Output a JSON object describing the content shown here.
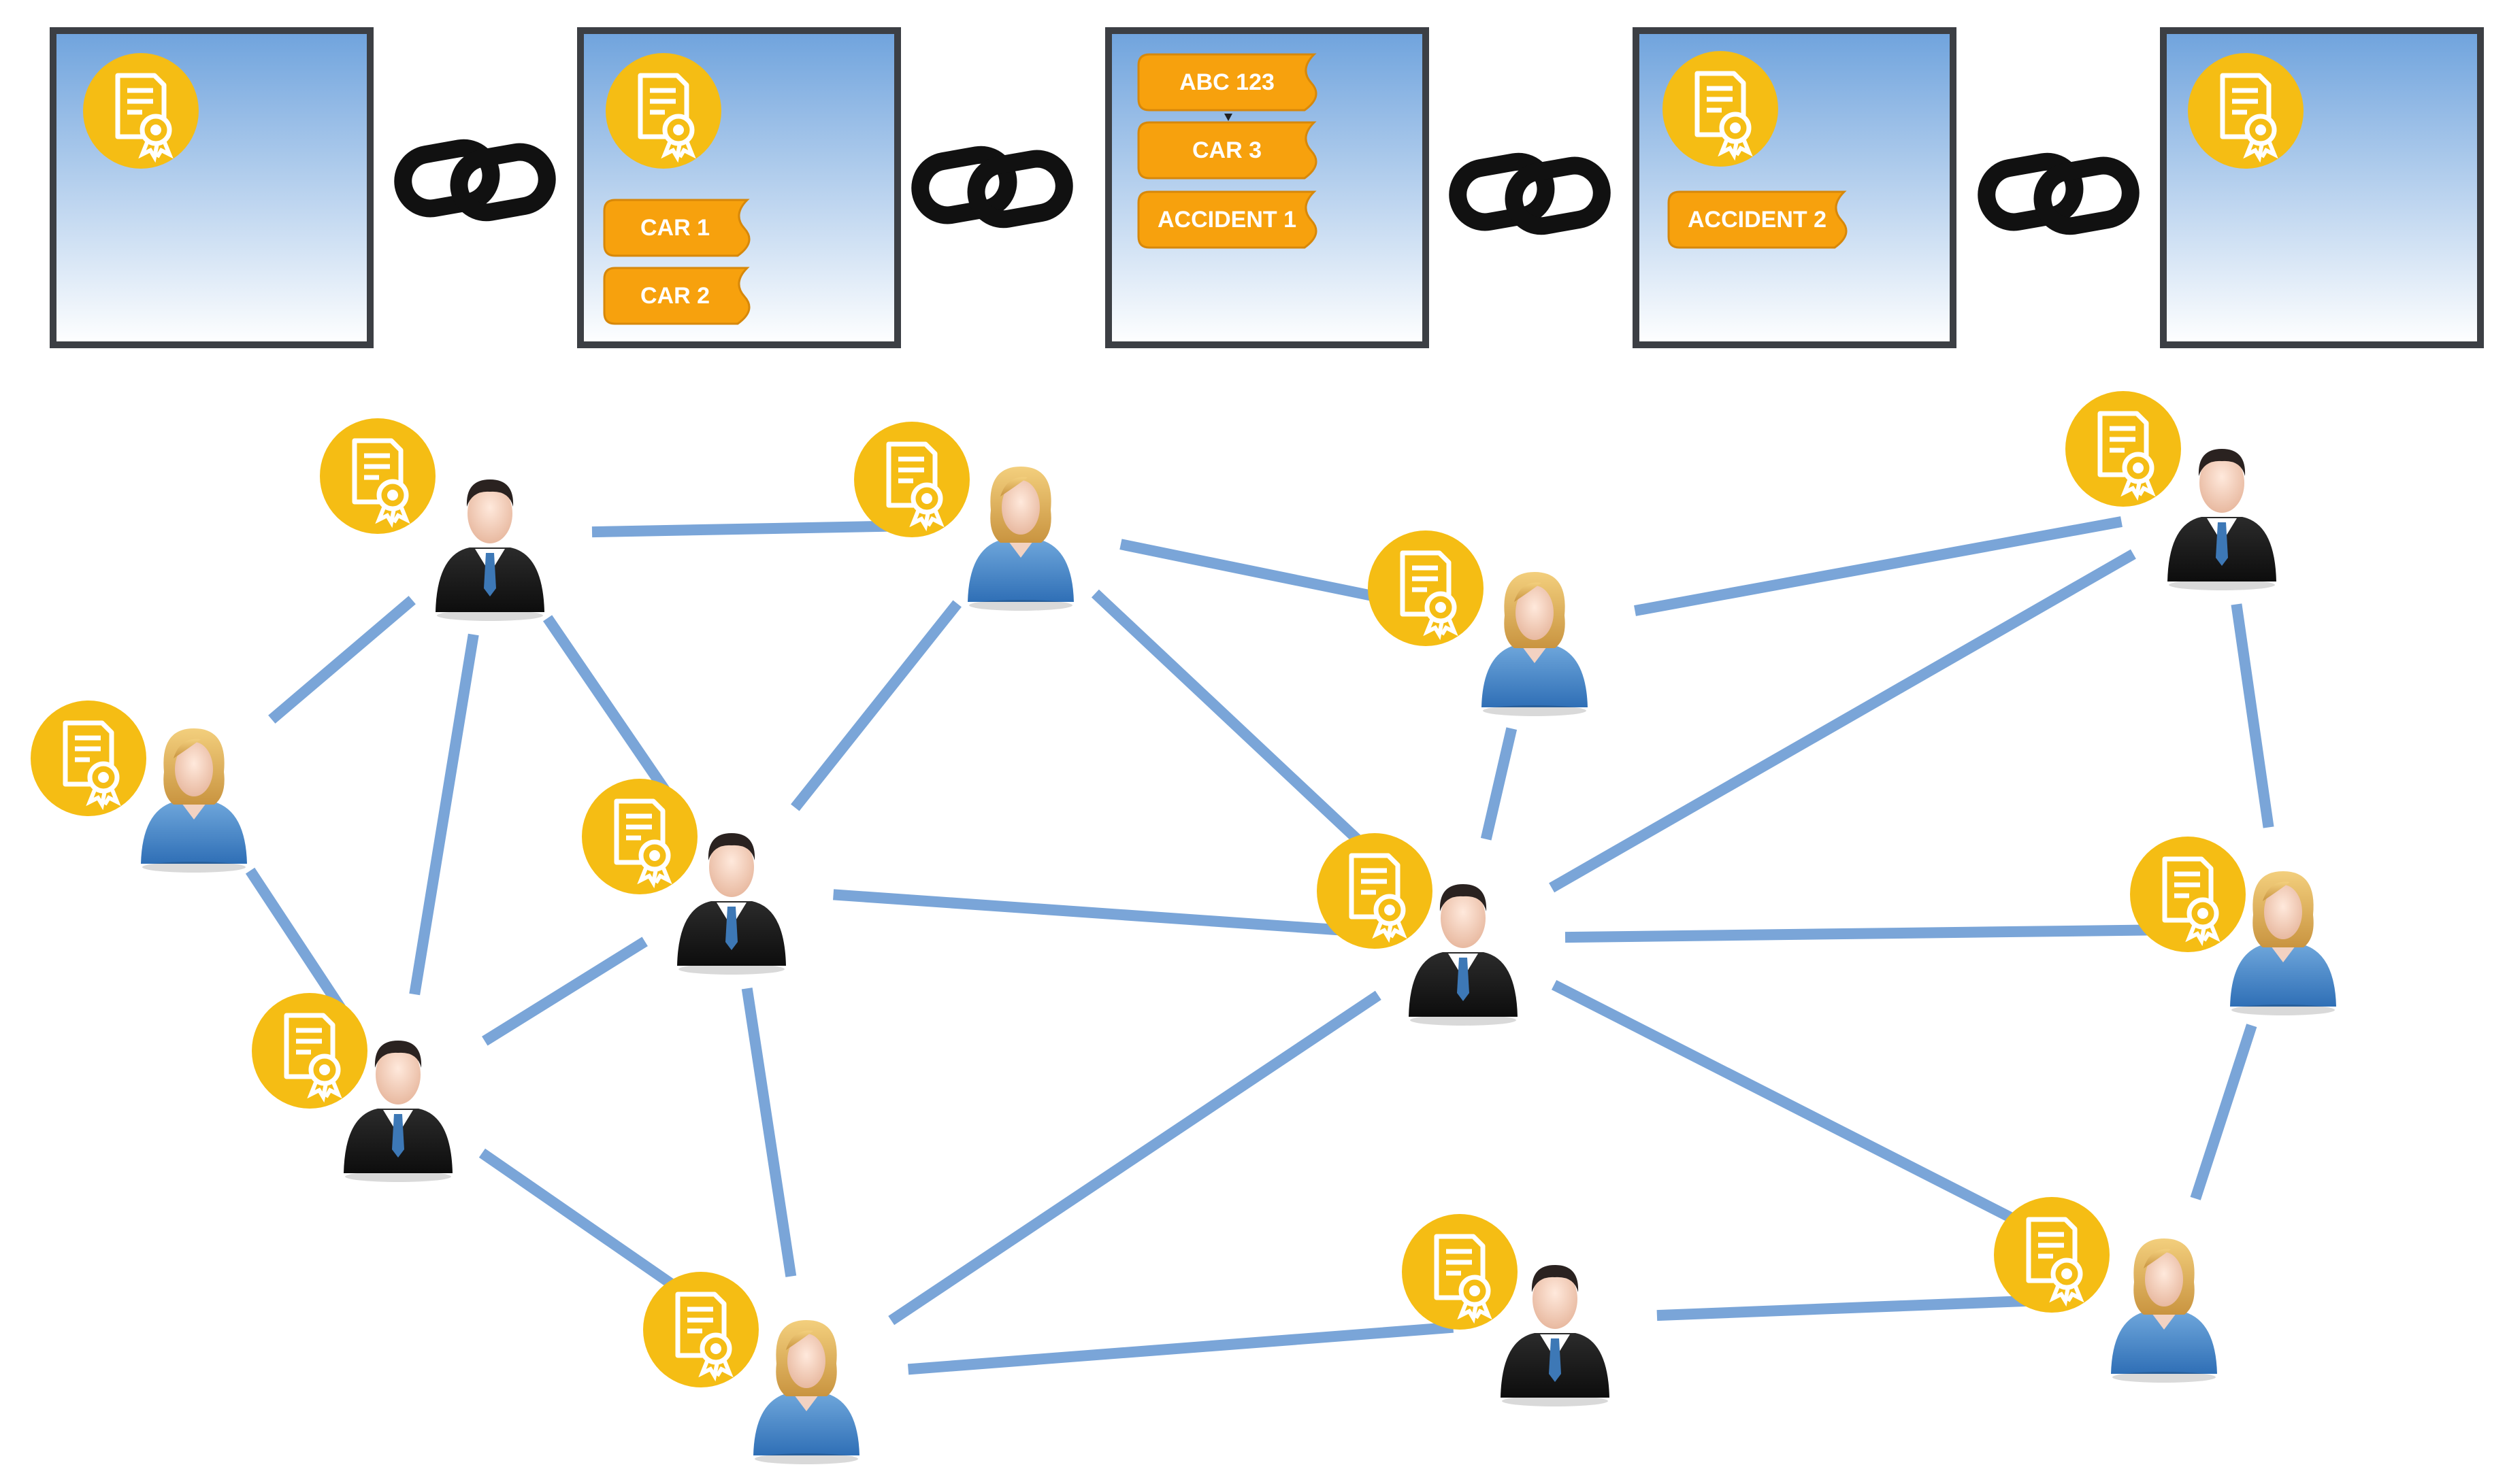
{
  "colors": {
    "block_border": "#3c3f44",
    "block_gradient_top": "#6fa3dd",
    "block_gradient_bottom": "#ffffff",
    "certificate_badge": "#f5bd14",
    "record_tag": "#f7a10d",
    "edge": "#7aa5d8",
    "chain_link": "#111111"
  },
  "chain": {
    "blocks": [
      {
        "records": []
      },
      {
        "records": [
          "CAR 1",
          "CAR 2"
        ]
      },
      {
        "records": [
          "ABC 123",
          "CAR 3",
          "ACCIDENT 1"
        ]
      },
      {
        "records": [
          "ACCIDENT 2"
        ]
      },
      {
        "records": []
      }
    ],
    "link_icon": "chain-link-icon",
    "badge_icon": "certificate-icon"
  },
  "network": {
    "nodes": [
      {
        "id": "n1",
        "person": "man"
      },
      {
        "id": "n2",
        "person": "woman"
      },
      {
        "id": "n3",
        "person": "woman"
      },
      {
        "id": "n4",
        "person": "man"
      },
      {
        "id": "n5",
        "person": "woman"
      },
      {
        "id": "n6",
        "person": "man"
      },
      {
        "id": "n7",
        "person": "man"
      },
      {
        "id": "n8",
        "person": "man"
      },
      {
        "id": "n9",
        "person": "woman"
      },
      {
        "id": "n10",
        "person": "woman"
      },
      {
        "id": "n11",
        "person": "man"
      },
      {
        "id": "n12",
        "person": "woman"
      }
    ],
    "edges": [
      [
        "n1",
        "n2"
      ],
      [
        "n1",
        "n6"
      ],
      [
        "n1",
        "n7"
      ],
      [
        "n1",
        "n5"
      ],
      [
        "n2",
        "n6"
      ],
      [
        "n2",
        "n3"
      ],
      [
        "n2",
        "n8"
      ],
      [
        "n3",
        "n4"
      ],
      [
        "n3",
        "n8"
      ],
      [
        "n4",
        "n8"
      ],
      [
        "n4",
        "n9"
      ],
      [
        "n5",
        "n7"
      ],
      [
        "n6",
        "n7"
      ],
      [
        "n6",
        "n8"
      ],
      [
        "n6",
        "n10"
      ],
      [
        "n7",
        "n10"
      ],
      [
        "n8",
        "n10"
      ],
      [
        "n8",
        "n9"
      ],
      [
        "n8",
        "n12"
      ],
      [
        "n9",
        "n12"
      ],
      [
        "n10",
        "n11"
      ],
      [
        "n11",
        "n12"
      ]
    ]
  }
}
